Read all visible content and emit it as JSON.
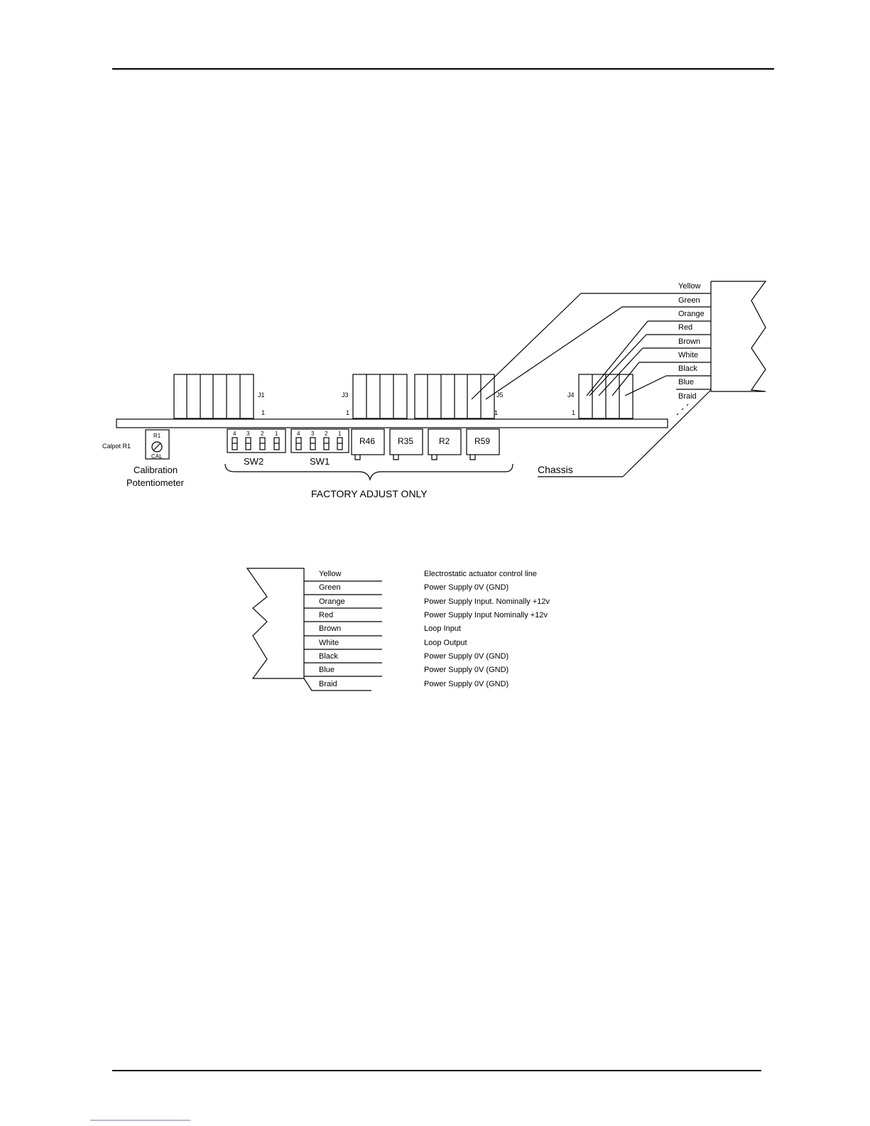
{
  "board": {
    "connectors": [
      {
        "name": "J1",
        "pin": "1"
      },
      {
        "name": "J3",
        "pin": "1"
      },
      {
        "name": "J5",
        "pin": "1"
      },
      {
        "name": "J4",
        "pin": "1"
      }
    ],
    "calpot": {
      "side_label": "Calpot R1",
      "ref": "R1",
      "cal": "CAL",
      "caption_line1": "Calibration",
      "caption_line2": "Potentiometer"
    },
    "switches": [
      {
        "name": "SW2",
        "pins": [
          "4",
          "3",
          "2",
          "1"
        ]
      },
      {
        "name": "SW1",
        "pins": [
          "4",
          "3",
          "2",
          "1"
        ]
      }
    ],
    "resistors": [
      "R46",
      "R35",
      "R2",
      "R59"
    ],
    "factory_label": "FACTORY ADJUST ONLY",
    "chassis_label": "Chassis"
  },
  "cable_colors": [
    "Yellow",
    "Green",
    "Orange",
    "Red",
    "Brown",
    "White",
    "Black",
    "Blue",
    "Braid"
  ],
  "wiring_table": [
    {
      "color": "Yellow",
      "function": "Electrostatic actuator control line"
    },
    {
      "color": "Green",
      "function": "Power Supply 0V (GND)"
    },
    {
      "color": "Orange",
      "function": "Power Supply Input. Nominally +12v"
    },
    {
      "color": "Red",
      "function": "Power Supply Input Nominally +12v"
    },
    {
      "color": "Brown",
      "function": "Loop Input"
    },
    {
      "color": "White",
      "function": "Loop Output"
    },
    {
      "color": "Black",
      "function": "Power Supply 0V (GND)"
    },
    {
      "color": "Blue",
      "function": "Power Supply 0V (GND)"
    },
    {
      "color": "Braid",
      "function": "Power Supply 0V (GND)"
    }
  ]
}
